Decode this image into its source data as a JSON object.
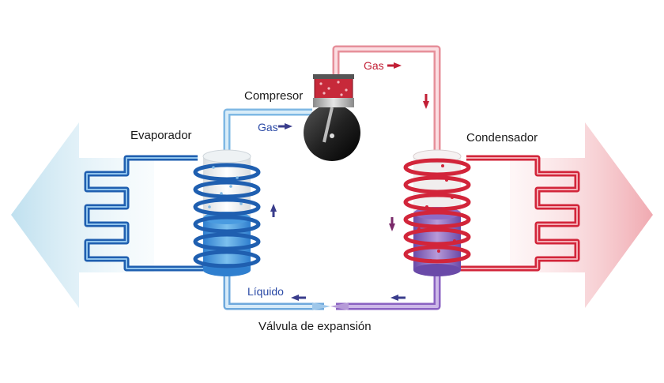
{
  "labels": {
    "evaporator": "Evaporador",
    "compressor": "Compresor",
    "condenser": "Condensador",
    "gas_in": "Gas",
    "gas_out": "Gas",
    "liquid": "Líquido",
    "valve": "Válvula de expansión"
  },
  "colors": {
    "cold": "#1f5fb0",
    "cold_light": "#6fb3e6",
    "hot": "#d2253a",
    "hot_light": "#f2a7ae",
    "mixed": "#7b4fb0",
    "arrow": "#3a3d8c",
    "text": "#1a1a1a"
  },
  "icons": {
    "compressor": "compressor-piston-icon",
    "evaporator_coil": "evaporator-coil-icon",
    "condenser_coil": "condenser-coil-icon",
    "valve": "expansion-valve-icon"
  }
}
